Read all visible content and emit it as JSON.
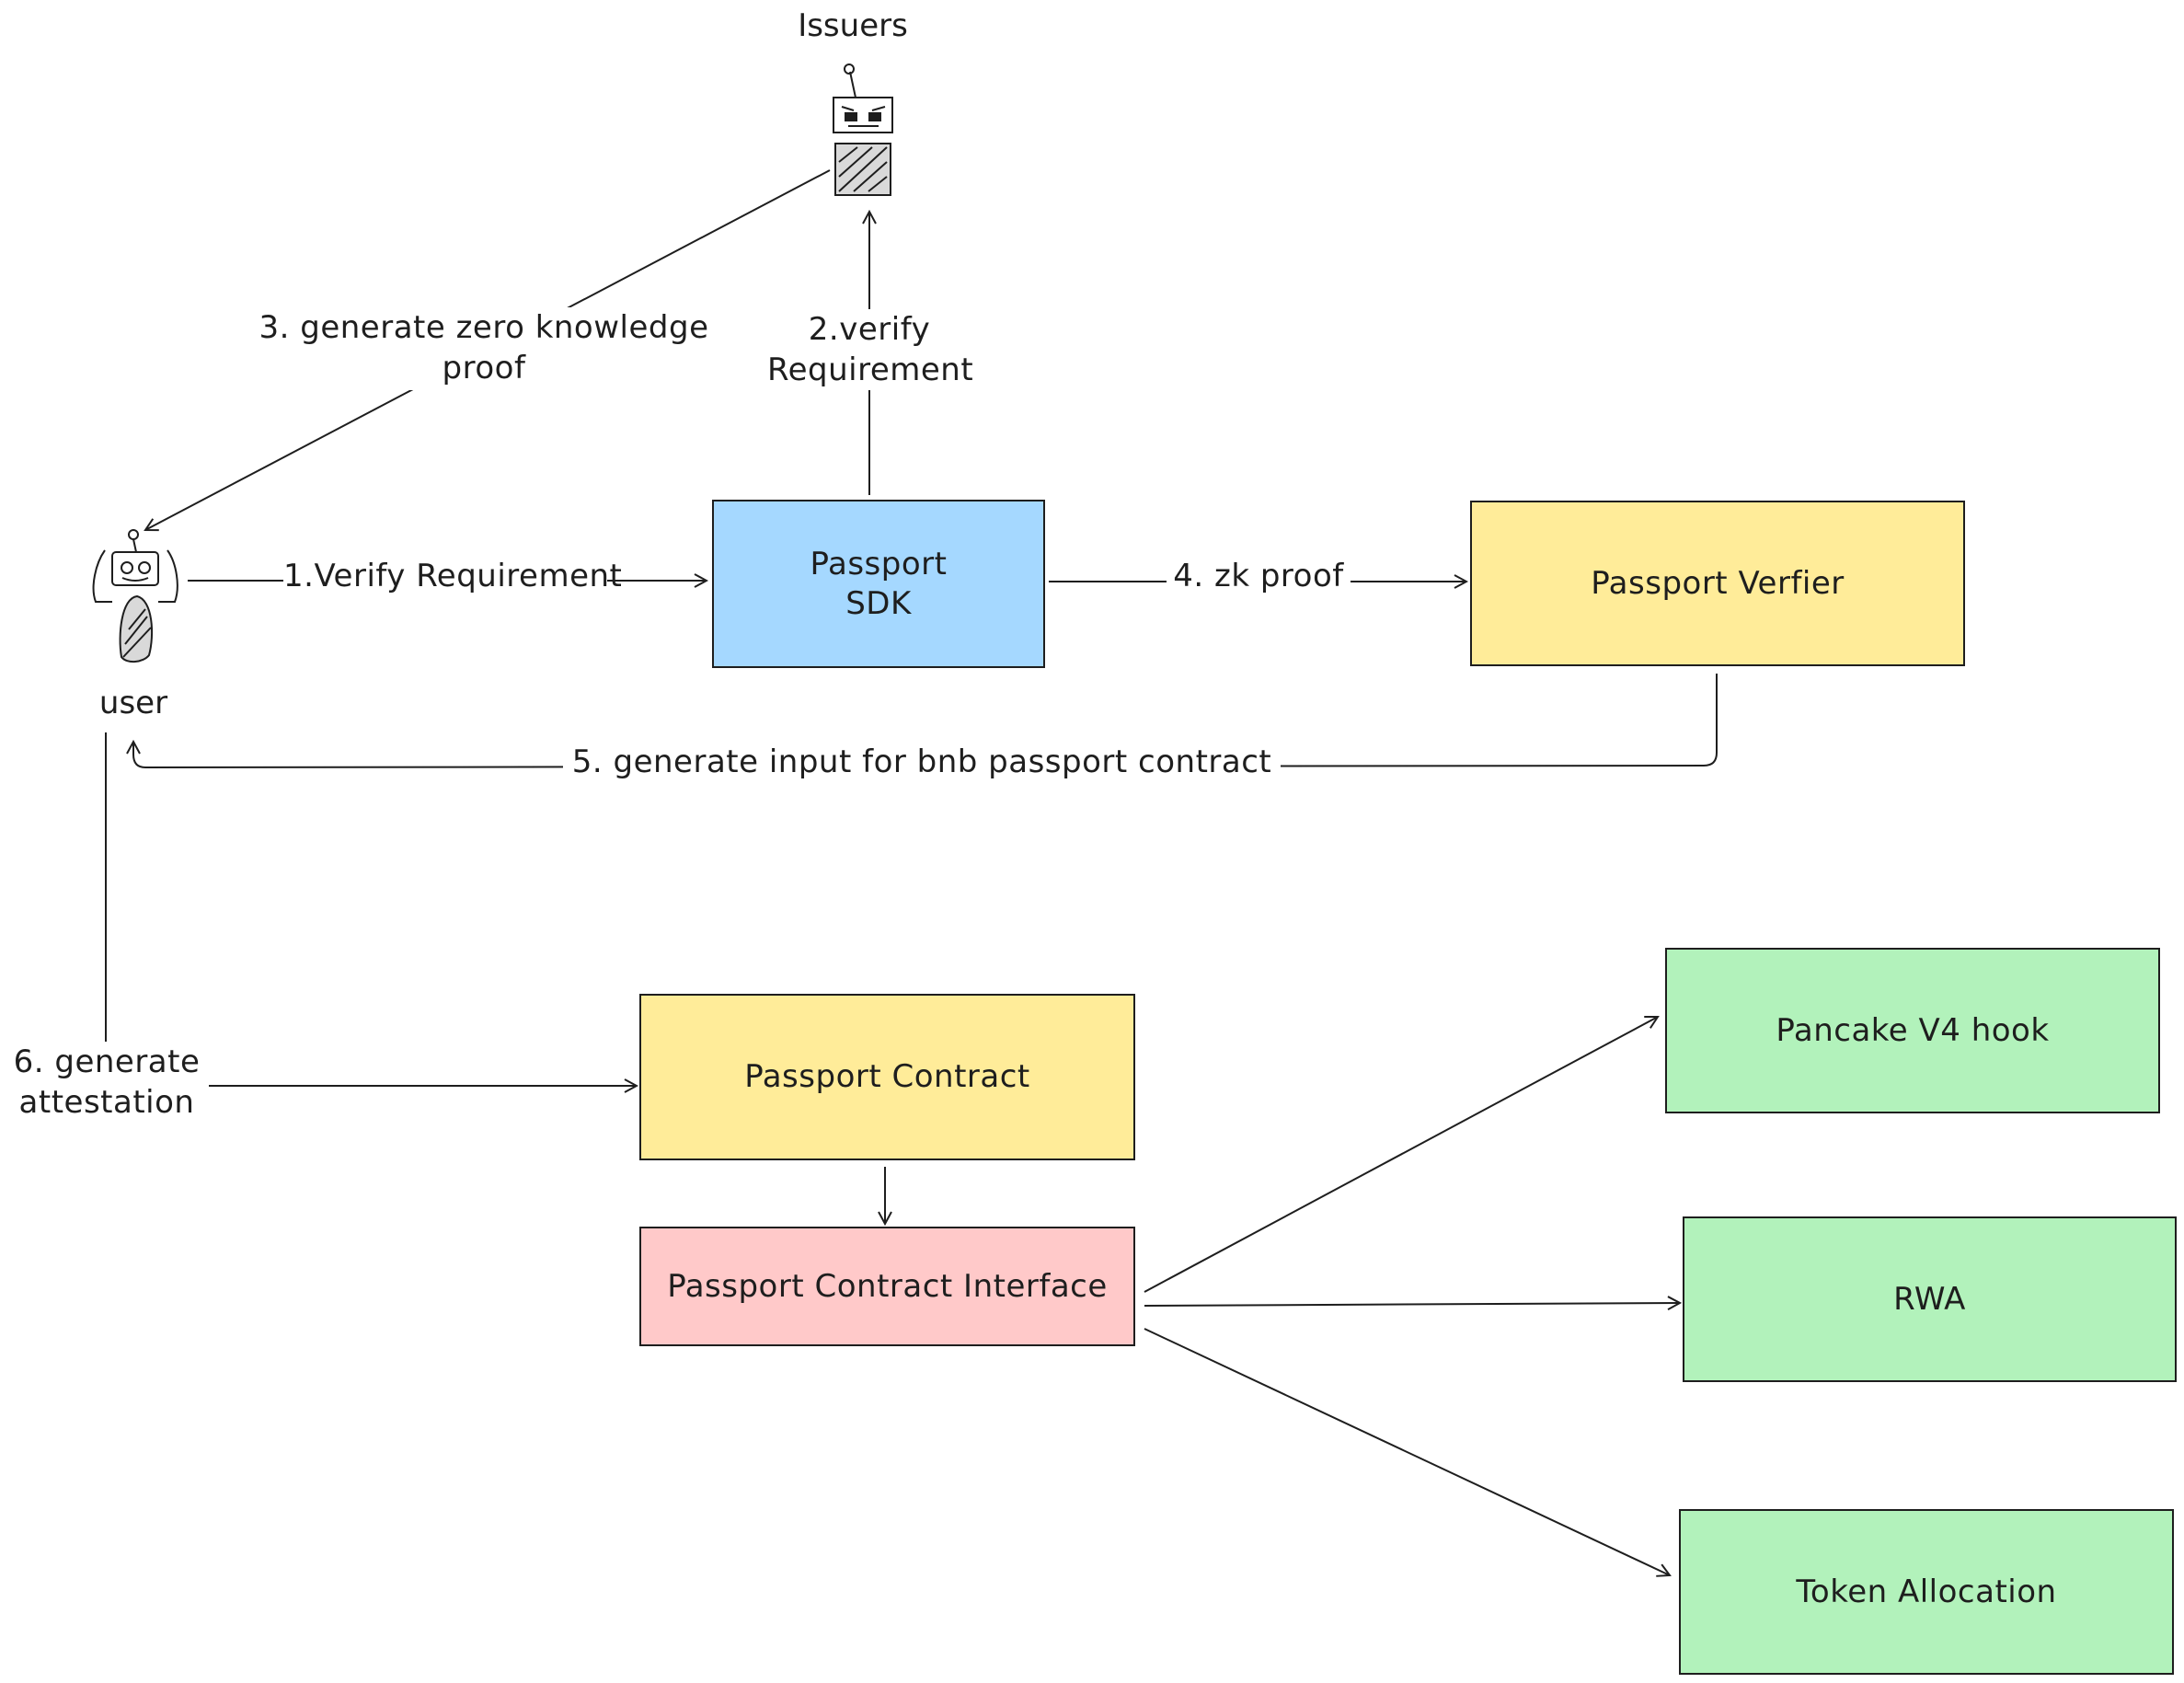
{
  "actors": {
    "issuers": {
      "name": "Issuers",
      "icon": "robot-icon"
    },
    "user": {
      "name": "user",
      "icon": "robot-icon"
    }
  },
  "nodes": {
    "passport_sdk": {
      "label": "Passport\nSDK",
      "color": "#a5d8ff"
    },
    "passport_verifier": {
      "label": "Passport Verfier",
      "color": "#ffec99"
    },
    "passport_contract": {
      "label": "Passport Contract",
      "color": "#ffec99"
    },
    "passport_contract_interface": {
      "label": "Passport Contract Interface",
      "color": "#ffc9c9"
    },
    "pancake_v4_hook": {
      "label": "Pancake V4 hook",
      "color": "#b2f2bb"
    },
    "rwa": {
      "label": "RWA",
      "color": "#b2f2bb"
    },
    "token_allocation": {
      "label": "Token Allocation",
      "color": "#b2f2bb"
    }
  },
  "edges": {
    "step1": "1.Verify Requirement",
    "step2": "2.verify\nRequirement",
    "step3": "3. generate zero knowledge\nproof",
    "step4": "4. zk proof",
    "step5": "5. generate input for bnb passport contract",
    "step6": "6. generate\nattestation"
  },
  "stroke_color": "#1e1e1e"
}
